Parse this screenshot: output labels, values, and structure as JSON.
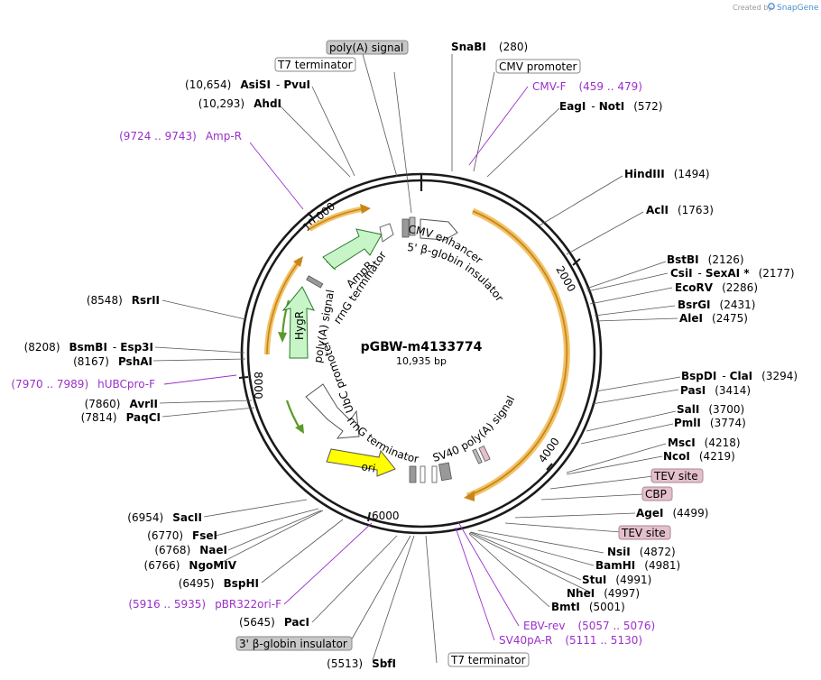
{
  "credit": {
    "created_by": "Created by",
    "brand": "SnapGene"
  },
  "map": {
    "name": "pGBW-m4133774",
    "size": "10,935 bp",
    "total_bp": 10935,
    "ticks": [
      "2000",
      "4000",
      "6000",
      "8000",
      "10,000"
    ],
    "colors": {
      "backbone": "#1a1a1a",
      "orf_fill": "#c8f5c8",
      "orf_stroke": "#2a7a2a",
      "ori": "#ffff00",
      "amp_arc": "#f2c266",
      "amp_arrow": "#c8861a",
      "hyg_arrow": "#5a9a2a",
      "primer": "#9b30c9"
    }
  },
  "enzymes": [
    {
      "name": "SnaBI",
      "pos": "(280)"
    },
    {
      "name": "EagI",
      "sep": "-",
      "name2": "NotI",
      "pos": "(572)"
    },
    {
      "name": "HindIII",
      "pos": "(1494)"
    },
    {
      "name": "AclI",
      "pos": "(1763)"
    },
    {
      "name": "BstBI",
      "pos": "(2126)"
    },
    {
      "name": "CsiI",
      "sep": "-",
      "name2": "SexAI *",
      "pos": "(2177)"
    },
    {
      "name": "EcoRV",
      "pos": "(2286)"
    },
    {
      "name": "BsrGI",
      "pos": "(2431)"
    },
    {
      "name": "AleI",
      "pos": "(2475)"
    },
    {
      "name": "BspDI",
      "sep": "-",
      "name2": "ClaI",
      "pos": "(3294)"
    },
    {
      "name": "PasI",
      "pos": "(3414)"
    },
    {
      "name": "SalI",
      "pos": "(3700)"
    },
    {
      "name": "PmlI",
      "pos": "(3774)"
    },
    {
      "name": "MscI",
      "pos": "(4218)"
    },
    {
      "name": "NcoI",
      "pos": "(4219)"
    },
    {
      "name": "AgeI",
      "pos": "(4499)"
    },
    {
      "name": "NsiI",
      "pos": "(4872)"
    },
    {
      "name": "BamHI",
      "pos": "(4981)"
    },
    {
      "name": "StuI",
      "pos": "(4991)"
    },
    {
      "name": "NheI",
      "pos": "(4997)"
    },
    {
      "name": "BmtI",
      "pos": "(5001)"
    },
    {
      "name": "SbfI",
      "pos": "(5513)"
    },
    {
      "name": "PacI",
      "pos": "(5645)"
    },
    {
      "name": "BspHI",
      "pos": "(6495)"
    },
    {
      "name": "NgoMIV",
      "pos": "(6766)"
    },
    {
      "name": "NaeI",
      "pos": "(6768)"
    },
    {
      "name": "FseI",
      "pos": "(6770)"
    },
    {
      "name": "SacII",
      "pos": "(6954)"
    },
    {
      "name": "PaqCI",
      "pos": "(7814)"
    },
    {
      "name": "AvrII",
      "pos": "(7860)"
    },
    {
      "name": "PshAI",
      "pos": "(8167)"
    },
    {
      "name": "BsmBI",
      "sep": "-",
      "name2": "Esp3I",
      "pos": "(8208)"
    },
    {
      "name": "RsrII",
      "pos": "(8548)"
    },
    {
      "name": "AhdI",
      "pos": "(10,293)"
    },
    {
      "name": "AsiSI",
      "sep": "-",
      "name2": "PvuI",
      "pos": "(10,654)"
    }
  ],
  "primers": [
    {
      "name": "CMV-F",
      "range": "(459 .. 479)"
    },
    {
      "name": "Amp-R",
      "range": "(9724 .. 9743)"
    },
    {
      "name": "hUBCpro-F",
      "range": "(7970 .. 7989)"
    },
    {
      "name": "pBR322ori-F",
      "range": "(5916 .. 5935)"
    },
    {
      "name": "EBV-rev",
      "range": "(5057 .. 5076)"
    },
    {
      "name": "SV40pA-R",
      "range": "(5111 .. 5130)"
    }
  ],
  "outer_features": {
    "polyA_signal": "poly(A) signal",
    "t7_top": "T7 terminator",
    "cmv_promoter": "CMV promoter",
    "tev1": "TEV site",
    "cbp": "CBP",
    "tev2": "TEV site",
    "globin3": "3' β-globin insulator",
    "t7_bottom": "T7 terminator"
  },
  "inner_features": {
    "cmv_enhancer": "CMV enhancer",
    "globin5": "5' β-globin insulator",
    "ampr": "AmpR",
    "rrng_top": "rrnG terminator",
    "polyA_inner": "poly(A) signal",
    "hygr": "HygR",
    "ubc": "UbC promoter",
    "rrng_bottom": "rrnG terminator",
    "sv40": "SV40 poly(A) signal",
    "ori": "ori"
  }
}
